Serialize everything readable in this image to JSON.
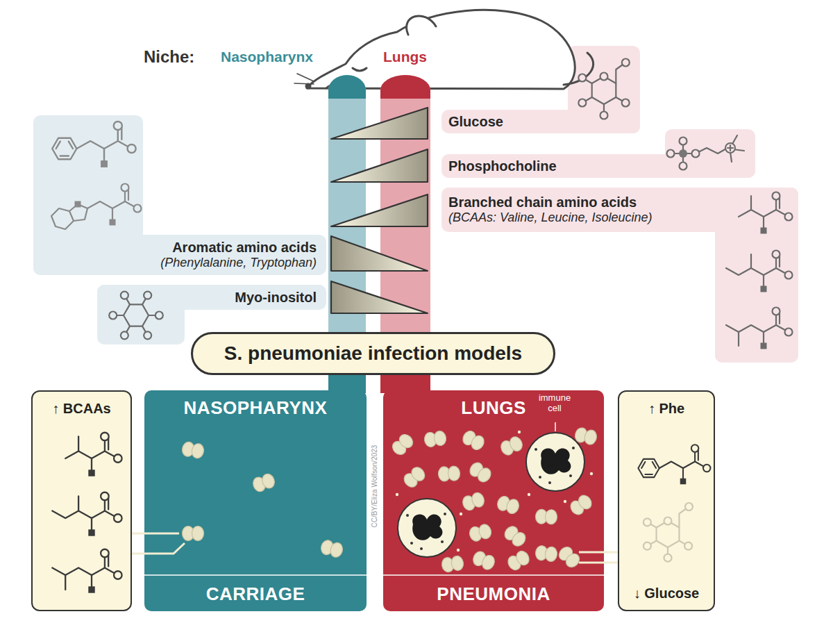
{
  "diagram": {
    "nodes": [
      {
        "text": [
          "Glucose"
        ]
      },
      {
        "text": [
          "Phosphocholine"
        ]
      },
      {
        "text": [
          "Branched chain amino acids",
          "(BCAAs: Valine, Leucine, Isoleucine)"
        ]
      },
      {
        "text": [
          "Aromatic amino acids",
          "(Phenylalanine, Tryptophan)"
        ]
      },
      {
        "text": [
          "Myo-inositol"
        ]
      },
      {
        "text": [
          "S. pneumoniae infection models"
        ]
      },
      {
        "text": [
          "↑ BCAAs"
        ]
      },
      {
        "text": [
          "NASOPHARYNX",
          "CARRIAGE"
        ]
      },
      {
        "text": [
          "LUNGS",
          "PNEUMONIA"
        ]
      },
      {
        "text": [
          "↑ Phe",
          "↓ Glucose"
        ]
      }
    ],
    "edges": [
      {
        "from": 7,
        "to": 6,
        "arrow": "none"
      },
      {
        "from": 8,
        "to": 9,
        "arrow": "none"
      }
    ],
    "labels": [
      "Niche:",
      "Nasopharynx",
      "Lungs",
      "immune cell",
      "CC/BY/Eliza Wolfson/2023"
    ]
  }
}
